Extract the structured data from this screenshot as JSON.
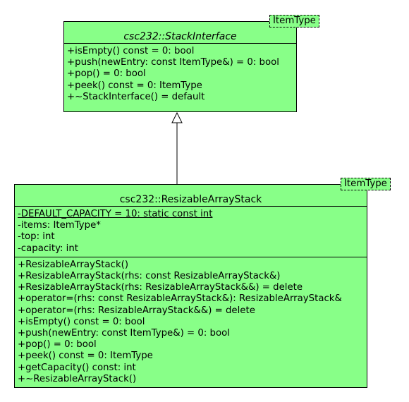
{
  "interface_class": {
    "name": "csc232::StackInterface",
    "template_param": "ItemType",
    "operations": [
      "+isEmpty() const = 0: bool",
      "+push(newEntry: const ItemType&) = 0: bool",
      "+pop() = 0: bool",
      "+peek() const = 0: ItemType",
      "+~StackInterface() = default"
    ]
  },
  "impl_class": {
    "name": "csc232::ResizableArrayStack",
    "template_param": "ItemType",
    "attributes": [
      "-DEFAULT_CAPACITY = 10: static const int",
      "-items: ItemType*",
      "-top: int",
      "-capacity: int"
    ],
    "operations": [
      "+ResizableArrayStack()",
      "+ResizableArrayStack(rhs: const ResizableArrayStack&)",
      "+ResizableArrayStack(rhs: ResizableArrayStack&&) = delete",
      "+operator=(rhs: const ResizableArrayStack&): ResizableArrayStack&",
      "+operator=(rhs: ResizableArrayStack&&) = delete",
      "+isEmpty() const = 0: bool",
      "+push(newEntry: const ItemType&) = 0: bool",
      "+pop() = 0: bool",
      "+peek() const = 0: ItemType",
      "+getCapacity() const: int",
      "+~ResizableArrayStack()"
    ]
  },
  "relationship": {
    "type": "realization",
    "from": "csc232::ResizableArrayStack",
    "to": "csc232::StackInterface"
  },
  "colors": {
    "class_fill": "#88ff88",
    "border": "#000000"
  }
}
